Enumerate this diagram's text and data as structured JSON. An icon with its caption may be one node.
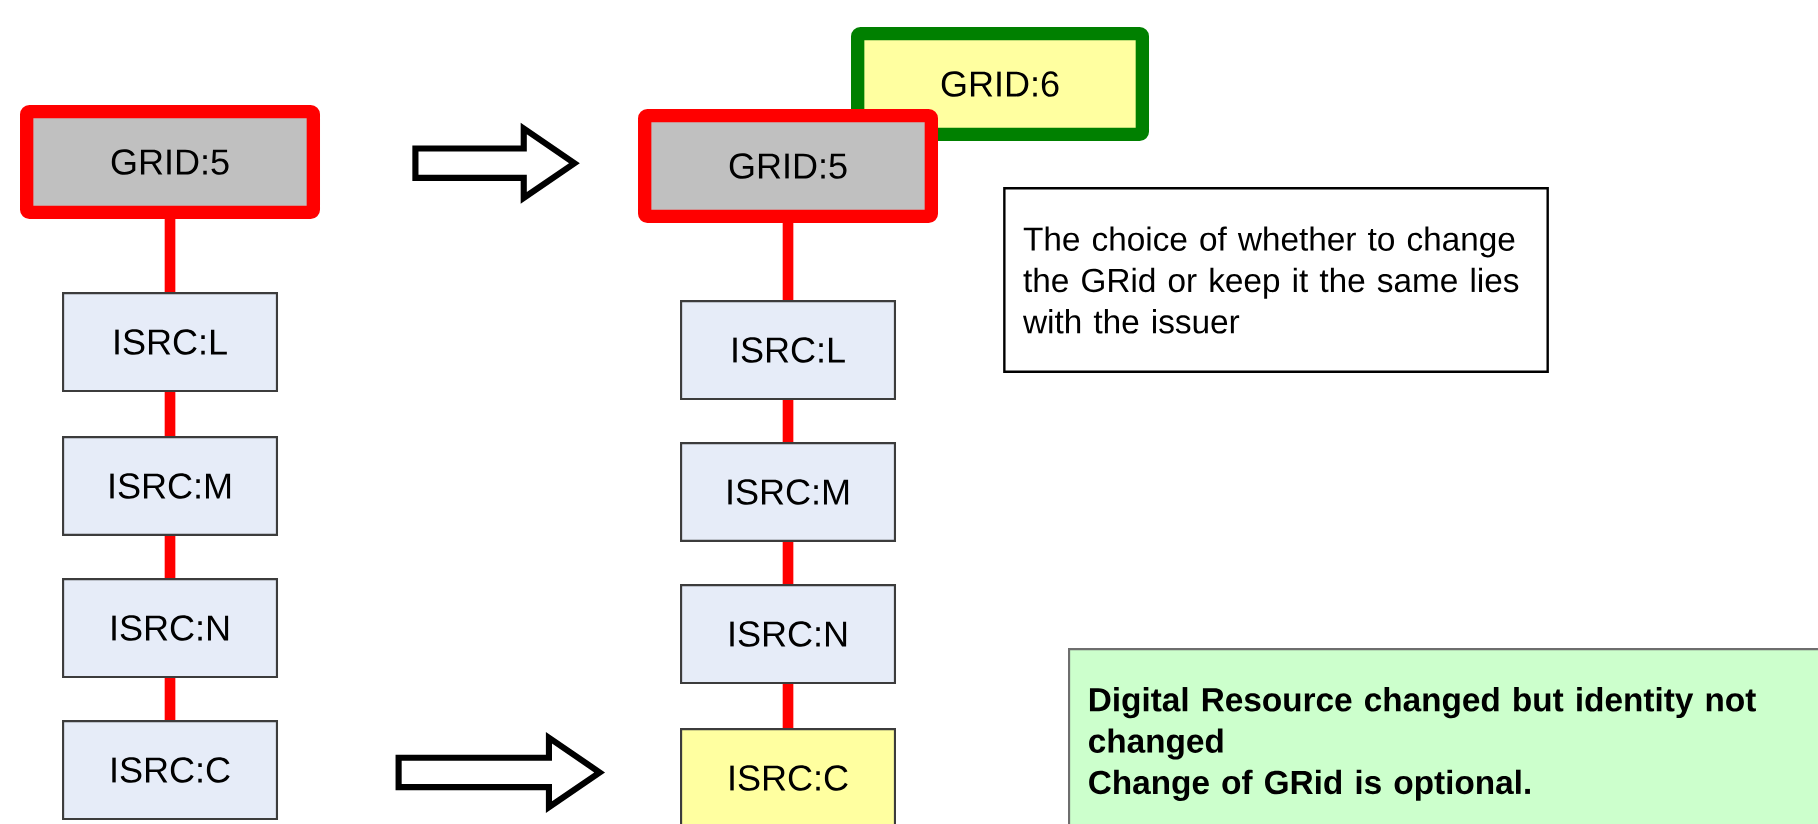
{
  "diagram": {
    "nodes": [
      {
        "text": [
          "GRID:5"
        ]
      },
      {
        "text": [
          "ISRC:L"
        ]
      },
      {
        "text": [
          "ISRC:M"
        ]
      },
      {
        "text": [
          "ISRC:N"
        ]
      },
      {
        "text": [
          "ISRC:C"
        ]
      },
      {
        "text": [
          "GRID:6"
        ]
      },
      {
        "text": [
          "GRID:5"
        ]
      },
      {
        "text": [
          "ISRC:L"
        ]
      },
      {
        "text": [
          "ISRC:M"
        ]
      },
      {
        "text": [
          "ISRC:N"
        ]
      },
      {
        "text": [
          "ISRC:C"
        ]
      },
      {
        "text": [
          "The choice of whether to change the GRid or keep it the same lies with the issuer"
        ]
      },
      {
        "text": [
          "Digital Resource changed but identity not changed",
          "Change of GRid is optional."
        ]
      }
    ],
    "edges": [
      {
        "from": 0,
        "to": 1,
        "arrow": "none"
      },
      {
        "from": 1,
        "to": 2,
        "arrow": "none"
      },
      {
        "from": 2,
        "to": 3,
        "arrow": "none"
      },
      {
        "from": 3,
        "to": 4,
        "arrow": "none"
      },
      {
        "from": 6,
        "to": 7,
        "arrow": "none"
      },
      {
        "from": 7,
        "to": 8,
        "arrow": "none"
      },
      {
        "from": 8,
        "to": 9,
        "arrow": "none"
      },
      {
        "from": 9,
        "to": 10,
        "arrow": "none"
      },
      {
        "from": 0,
        "to": 6,
        "arrow": "to",
        "color": "#000000"
      },
      {
        "from": 4,
        "to": 10,
        "arrow": "to",
        "color": "#000000"
      }
    ]
  }
}
